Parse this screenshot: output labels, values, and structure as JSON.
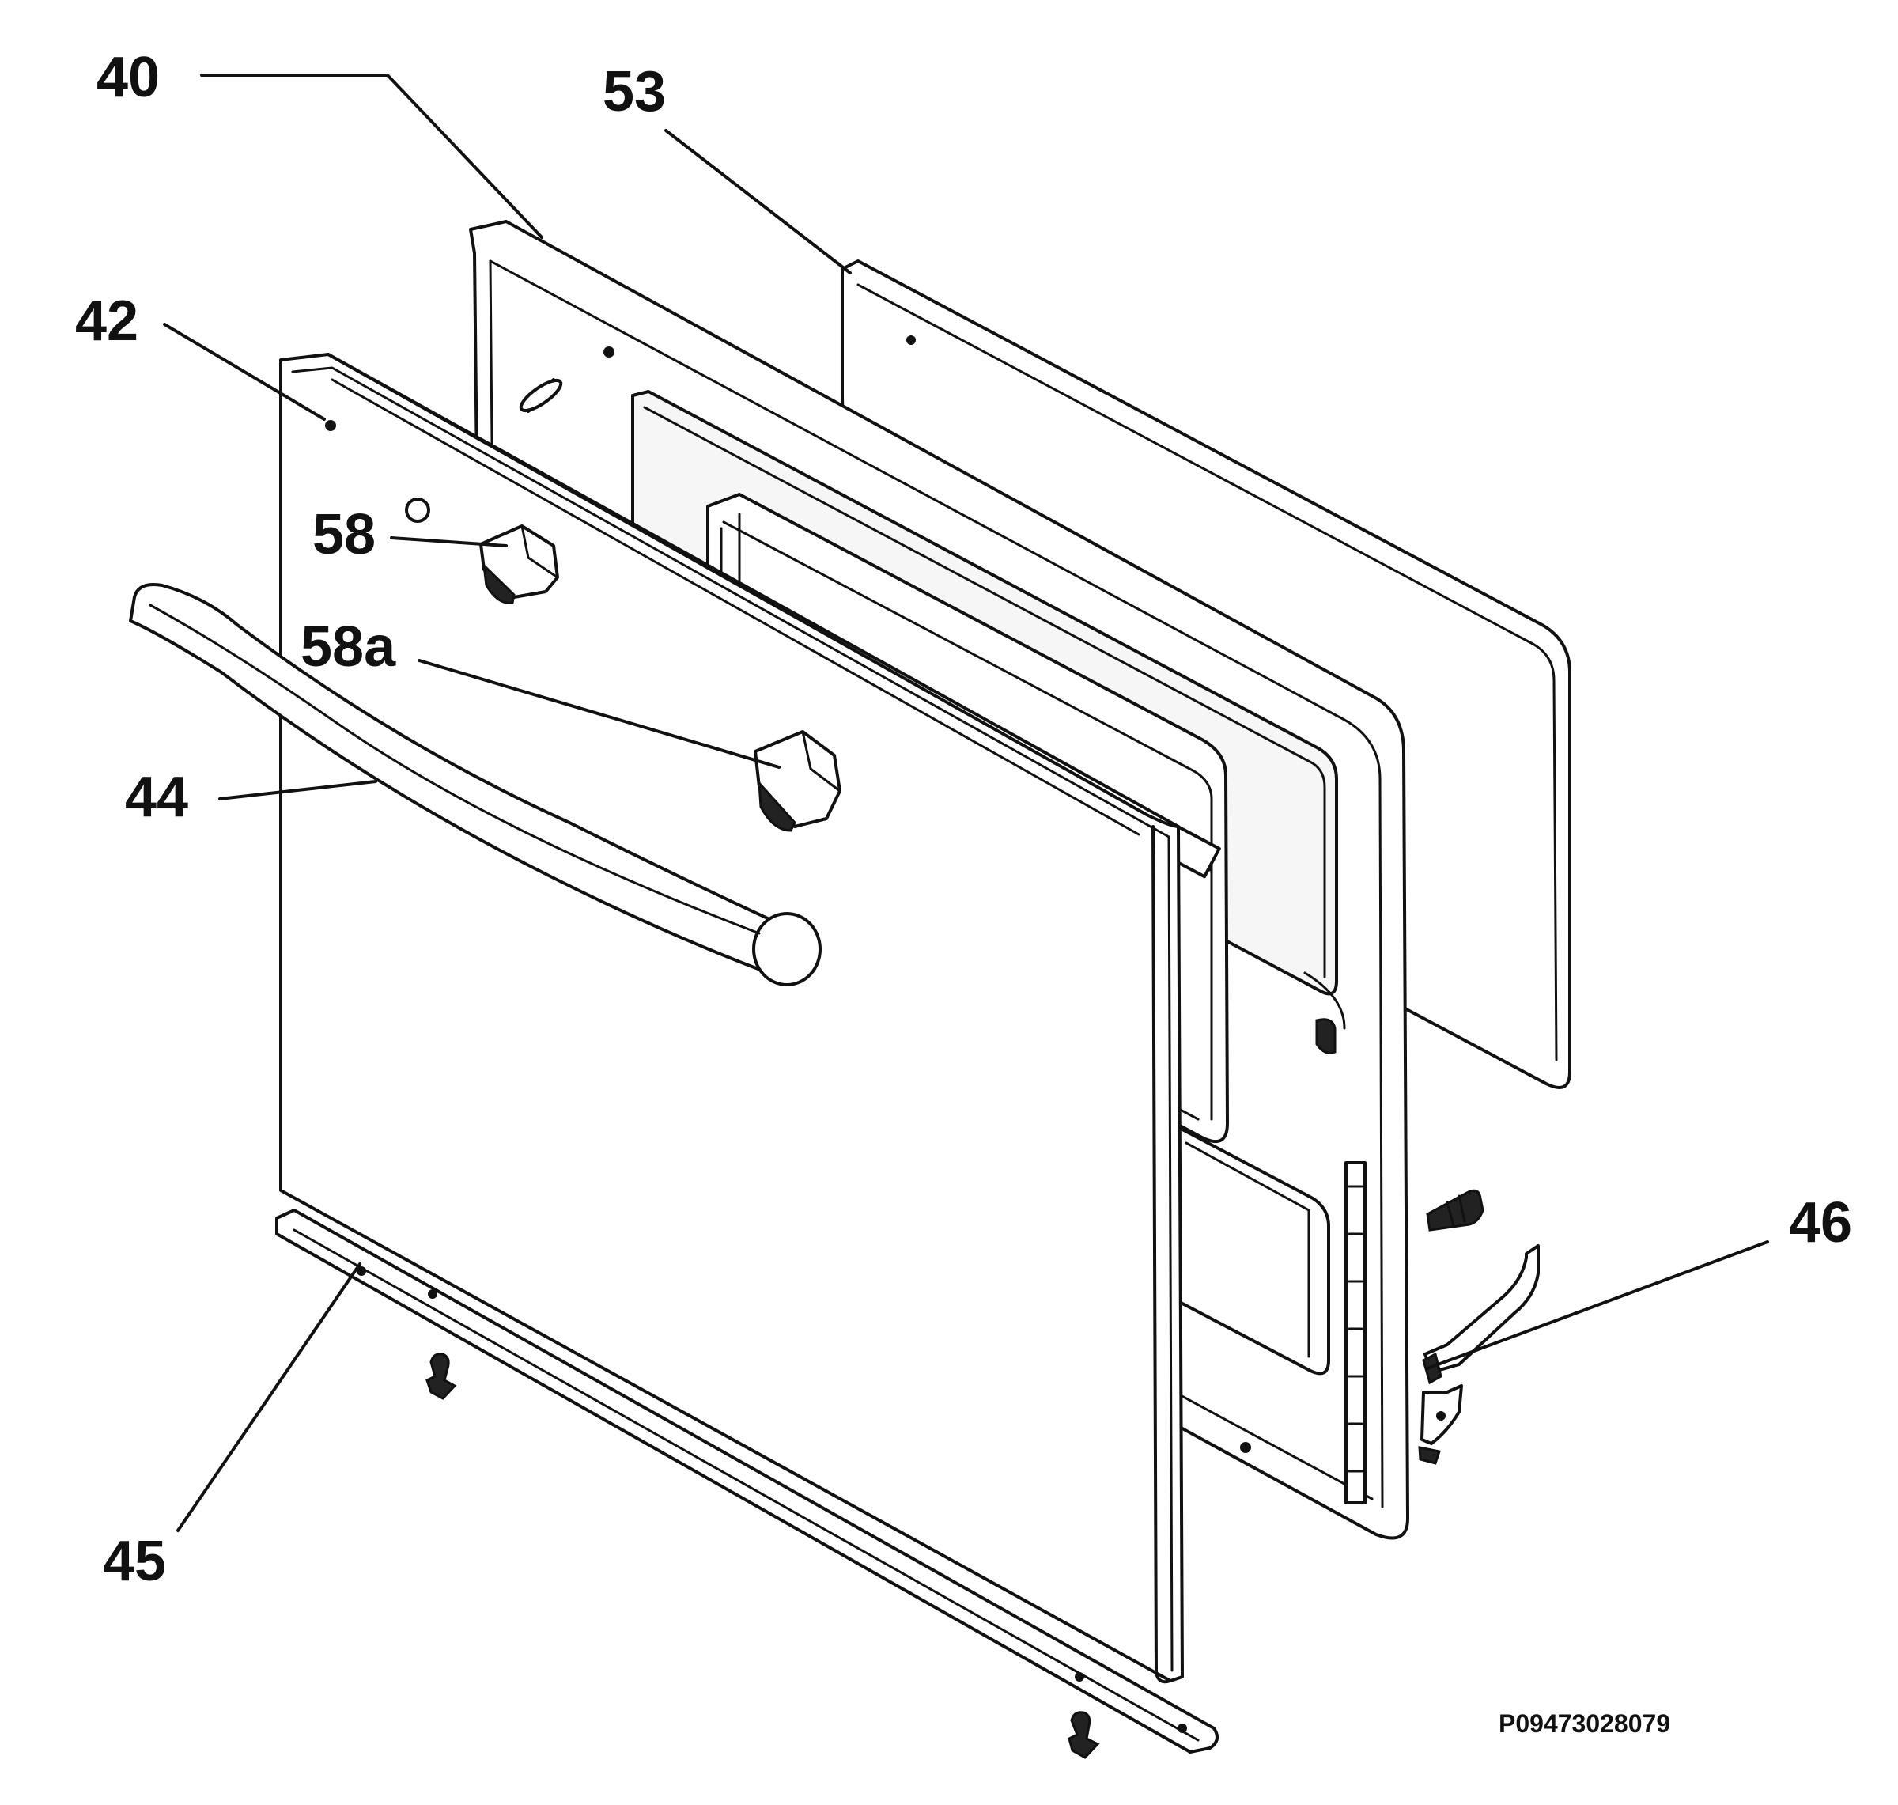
{
  "diagram": {
    "callouts": [
      {
        "id": "c40",
        "text": "40",
        "name": "callout-40",
        "part": "door-frame"
      },
      {
        "id": "c53",
        "text": "53",
        "name": "callout-53",
        "part": "inner-glass-panel"
      },
      {
        "id": "c42",
        "text": "42",
        "name": "callout-42",
        "part": "outer-glass-panel"
      },
      {
        "id": "c58",
        "text": "58",
        "name": "callout-58",
        "part": "handle-bracket-left"
      },
      {
        "id": "c58a",
        "text": "58a",
        "name": "callout-58a",
        "part": "handle-bracket-right"
      },
      {
        "id": "c44",
        "text": "44",
        "name": "callout-44",
        "part": "door-handle"
      },
      {
        "id": "c46",
        "text": "46",
        "name": "callout-46",
        "part": "hinge"
      },
      {
        "id": "c45",
        "text": "45",
        "name": "callout-45",
        "part": "bottom-trim-strip"
      }
    ],
    "drawing_code": "P09473028079"
  }
}
